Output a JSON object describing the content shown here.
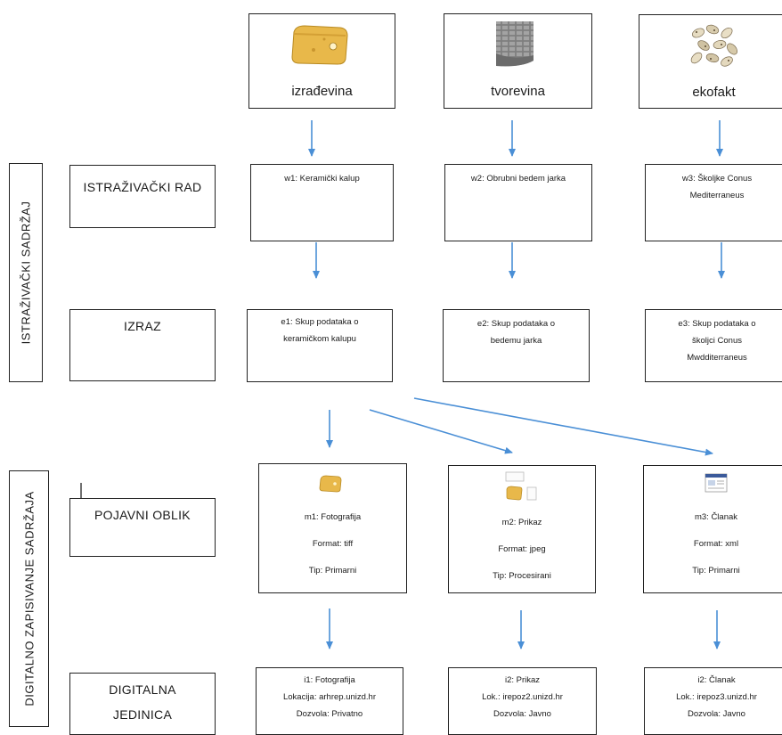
{
  "side_labels": {
    "research": "ISTRAŽIVAČKI SADRŽAJ",
    "digital": "DIGITALNO ZAPISIVANJE SADRŽAJA"
  },
  "row_labels": {
    "work": "ISTRAŽIVAČKI RAD",
    "expression": "IZRAZ",
    "manifestation": "POJAVNI OBLIK",
    "item_line1": "DIGITALNA",
    "item_line2": "JEDINICA"
  },
  "top": [
    "izrađevina",
    "tvorevina",
    "ekofakt"
  ],
  "works": {
    "w1": "w1: Keramički kalup",
    "w2": "w2: Obrubni bedem jarka",
    "w3_line1": "w3: Školjke Conus",
    "w3_line2": "Mediterraneus"
  },
  "expressions": {
    "e1_line1": "e1: Skup podataka o",
    "e1_line2": "keramičkom kalupu",
    "e2_line1": "e2: Skup podataka o",
    "e2_line2": "bedemu jarka",
    "e3_line1": "e3: Skup podataka o",
    "e3_line2": "školjci Conus",
    "e3_line3": "Mwdditerraneus"
  },
  "manifestations": [
    {
      "title": "m1: Fotografija",
      "format": "Format: tiff",
      "type": "Tip: Primarni"
    },
    {
      "title": "m2:  Prikaz",
      "format": "Format: jpeg",
      "type": "Tip: Procesirani"
    },
    {
      "title": "m3:  Članak",
      "format": "Format: xml",
      "type": "Tip: Primarni"
    }
  ],
  "items": [
    {
      "line1": "i1: Fotografija",
      "line2": "Lokacija: arhrep.unizd.hr",
      "line3": "Dozvola: Privatno"
    },
    {
      "line1": "i2: Prikaz",
      "line2": "Lok.: irepoz2.unizd.hr",
      "line3": "Dozvola: Javno"
    },
    {
      "line1": "i2: Članak",
      "line2": "Lok.: irepoz3.unizd.hr",
      "line3": "Dozvola: Javno"
    }
  ],
  "colors": {
    "arrow": "#4a8fd6",
    "border": "#222222"
  }
}
